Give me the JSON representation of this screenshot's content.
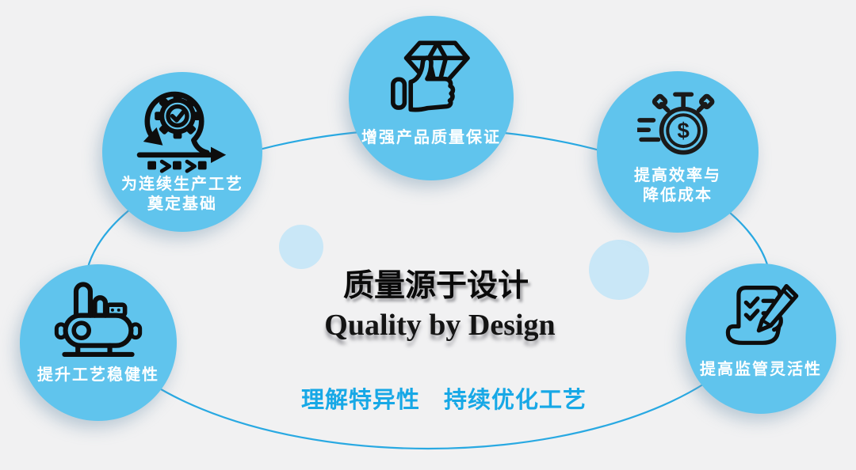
{
  "colors": {
    "background": "#f1f1f2",
    "node_fill": "#60c4ed",
    "connector_ring": "#29a9e2",
    "subtitle_text": "#17a8e6",
    "decor_circle": "#c9e7f7",
    "node_label_text": "#ffffff",
    "icon_stroke": "#0d0d0d"
  },
  "center": {
    "title_zh": "质量源于设计",
    "title_en": "Quality by Design",
    "subtitle_left": "理解特异性",
    "subtitle_right": "持续优化工艺"
  },
  "nodes": {
    "continuous": {
      "label1": "为连续生产工艺",
      "label2": "奠定基础",
      "icon": "cycle-gear-conveyor-icon"
    },
    "quality": {
      "label1": "增强产品质量保证",
      "icon": "diamond-thumbs-up-icon"
    },
    "efficiency": {
      "label1": "提高效率与",
      "label2": "降低成本",
      "icon": "stopwatch-dollar-icon",
      "dollar": "$"
    },
    "robustness": {
      "label1": "提升工艺稳健性",
      "icon": "industrial-machine-icon"
    },
    "regulatory": {
      "label1": "提高监管灵活性",
      "icon": "checklist-pencil-icon"
    }
  }
}
